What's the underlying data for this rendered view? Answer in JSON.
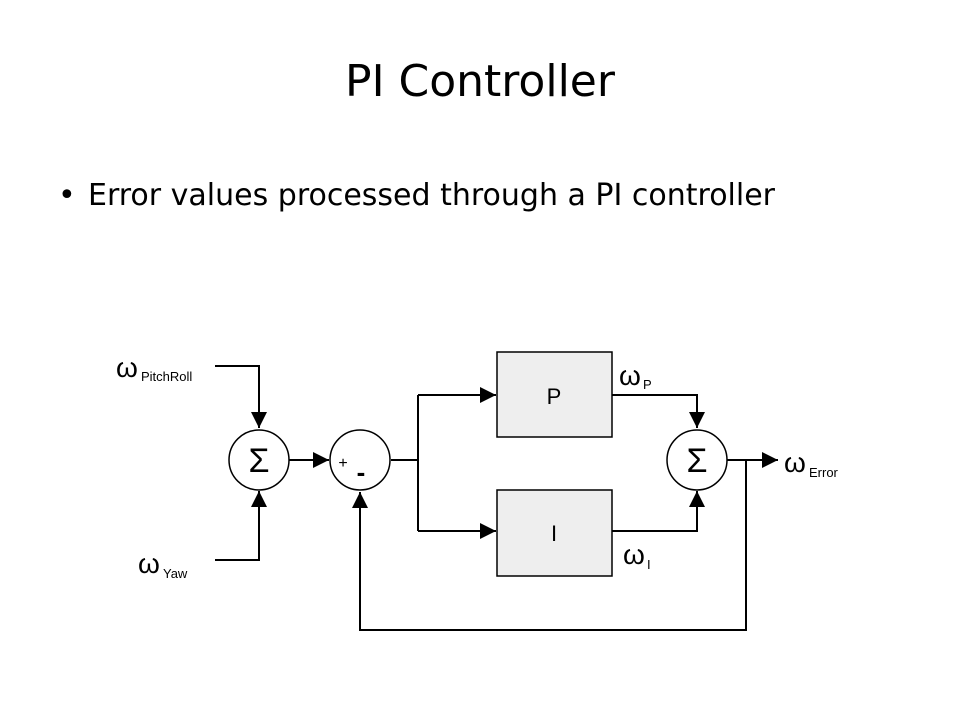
{
  "slide": {
    "title": "PI Controller",
    "bullets": [
      "Error values processed through a PI controller"
    ]
  },
  "diagram": {
    "inputs": {
      "pitch_roll": {
        "symbol": "ω",
        "subscript": "PitchRoll"
      },
      "yaw": {
        "symbol": "ω",
        "subscript": "Yaw"
      }
    },
    "summing_junction_symbol": "Σ",
    "comparator_signs": {
      "plus": "+",
      "minus": "-"
    },
    "blocks": {
      "proportional": "P",
      "integral": "I"
    },
    "branch_labels": {
      "proportional": {
        "symbol": "ω",
        "subscript": "P"
      },
      "integral": {
        "symbol": "ω",
        "subscript": "I"
      }
    },
    "output": {
      "symbol": "ω",
      "subscript": "Error"
    },
    "colors": {
      "line": "#000000",
      "block_fill": "#eeeeee",
      "junction_fill": "#ffffff"
    }
  }
}
